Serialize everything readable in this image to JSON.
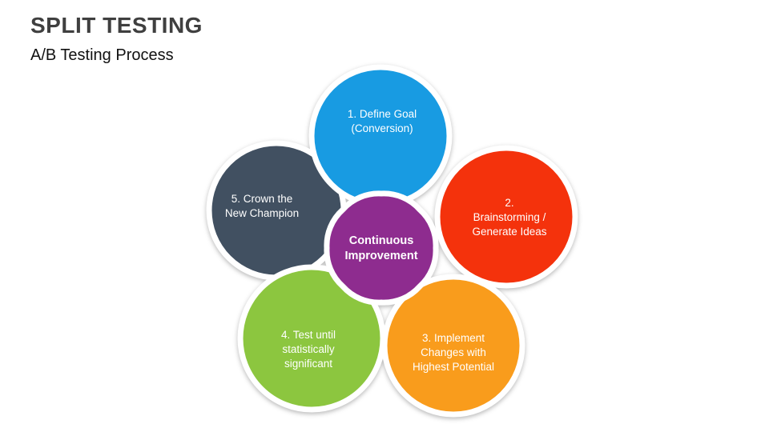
{
  "slide": {
    "title": "SPLIT TESTING",
    "subtitle": "A/B Testing Process"
  },
  "diagram": {
    "center": {
      "label": "Continuous\nImprovement",
      "color": "#8E2C8F"
    },
    "petals": [
      {
        "id": 1,
        "label": "1. Define Goal\n(Conversion)",
        "color": "#189BE2"
      },
      {
        "id": 2,
        "label": "2.\nBrainstorming /\nGenerate Ideas",
        "color": "#F4320C"
      },
      {
        "id": 3,
        "label": "3. Implement\nChanges with\nHighest Potential",
        "color": "#F99C1C"
      },
      {
        "id": 4,
        "label": "4. Test until\nstatistically\nsignificant",
        "color": "#8CC63F"
      },
      {
        "id": 5,
        "label": "5. Crown the\nNew Champion",
        "color": "#415061"
      }
    ]
  }
}
